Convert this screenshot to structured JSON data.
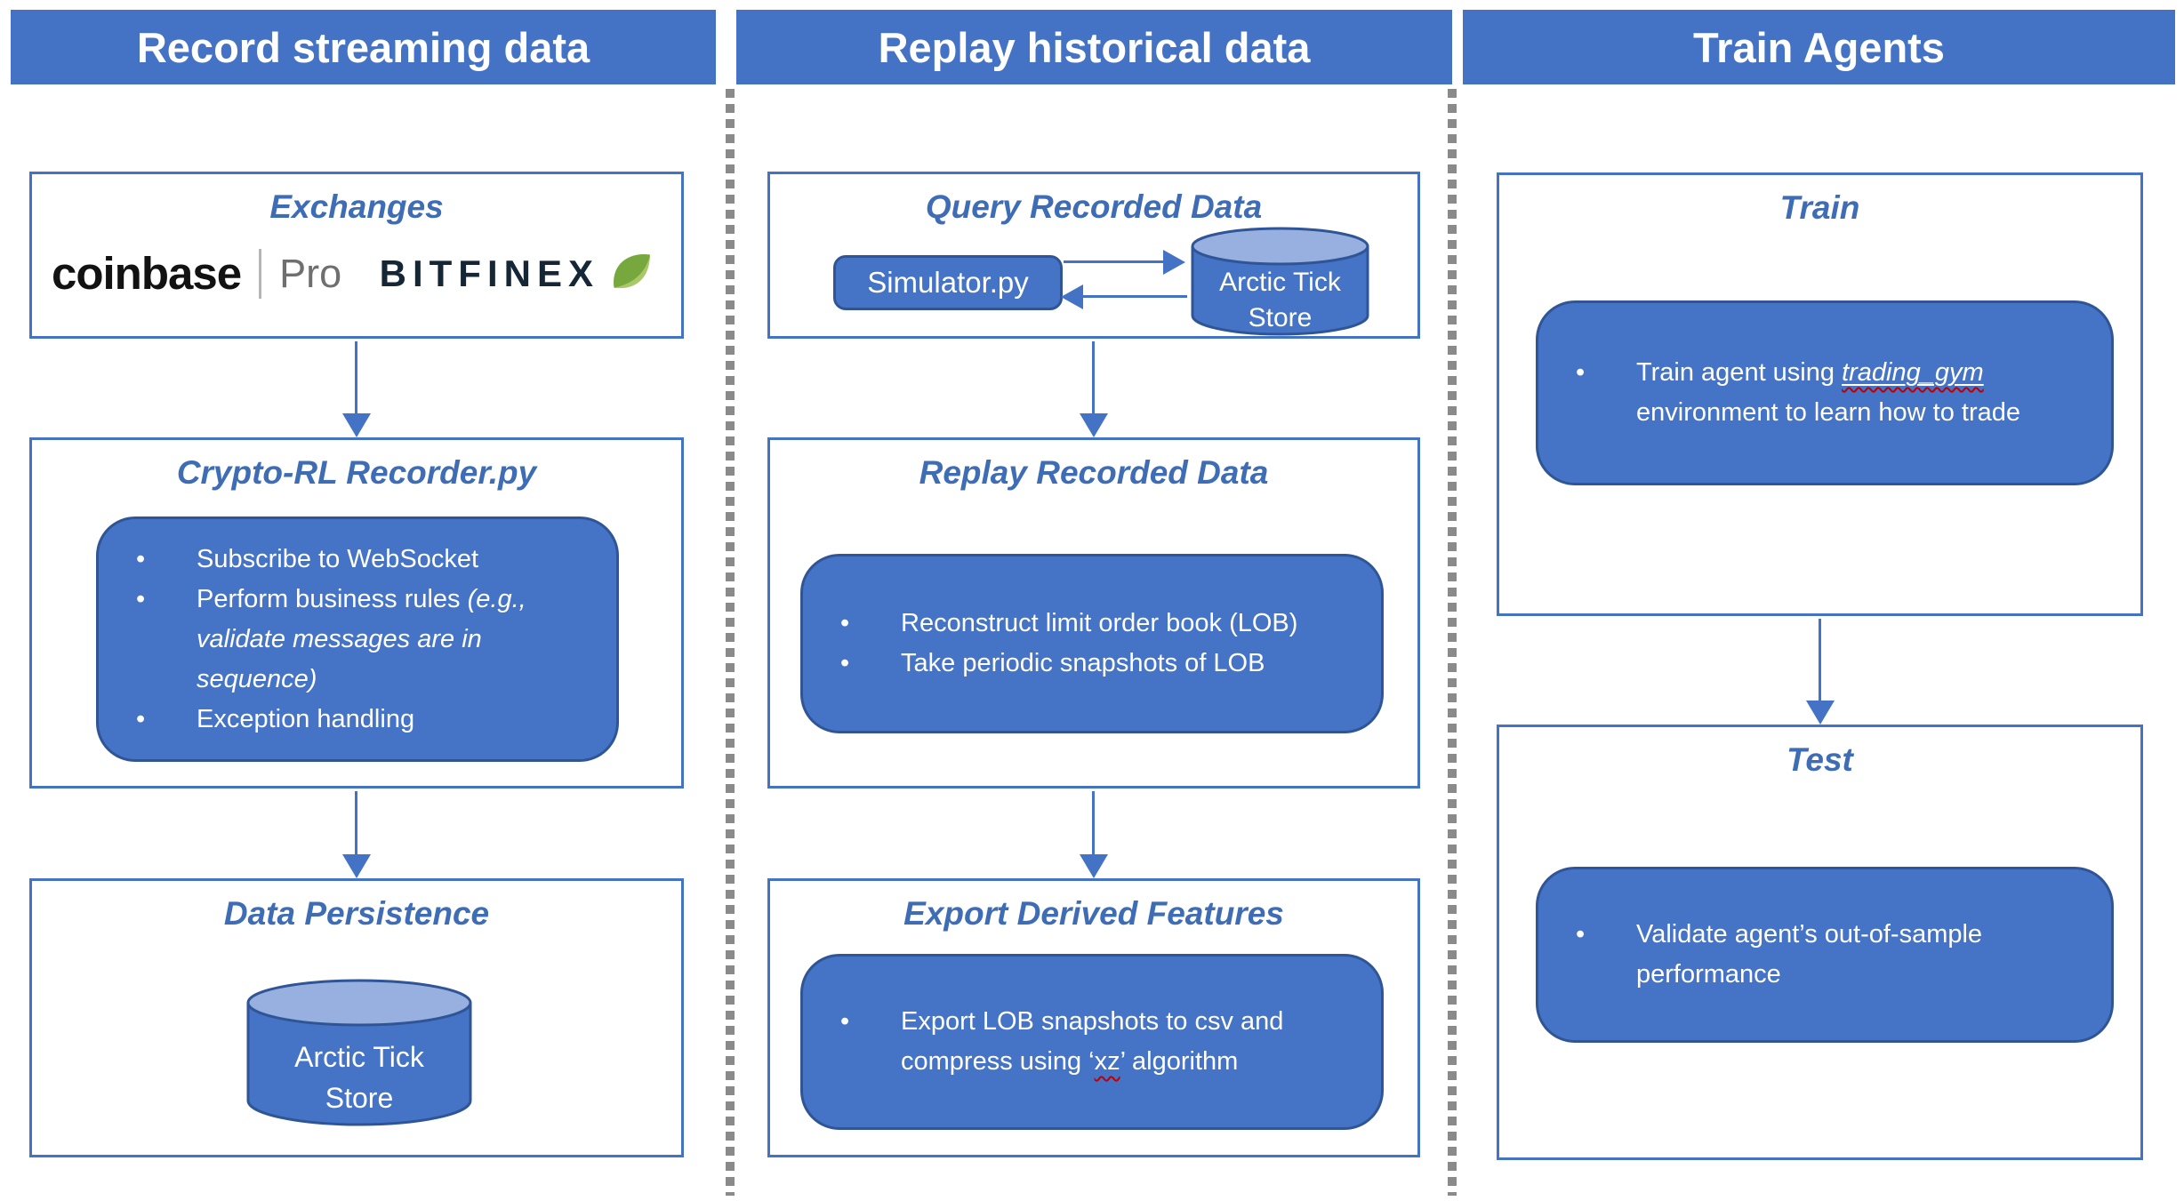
{
  "headers": {
    "record": "Record streaming data",
    "replay": "Replay historical data",
    "train": "Train Agents"
  },
  "record": {
    "exchanges": {
      "title": "Exchanges",
      "coinbase_wordmark": "coinbase",
      "coinbase_pro": "Pro",
      "bitfinex_wordmark": "BITFINEX"
    },
    "recorder": {
      "title": "Crypto-RL Recorder.py",
      "bullet_1": "Subscribe to WebSocket",
      "bullet_2_regular": "Perform business rules ",
      "bullet_2_italic": "(e.g., validate messages are in sequence)",
      "bullet_3": "Exception handling"
    },
    "persistence": {
      "title": "Data Persistence",
      "cylinder_line_1": "Arctic Tick",
      "cylinder_line_2": "Store"
    }
  },
  "replay": {
    "query": {
      "title": "Query Recorded Data",
      "simulator_label": "Simulator.py",
      "store_line_1": "Arctic Tick",
      "store_line_2": "Store"
    },
    "replay_box": {
      "title": "Replay Recorded Data",
      "bullet_1": "Reconstruct limit order book (LOB)",
      "bullet_2": "Take periodic snapshots of LOB"
    },
    "export": {
      "title": "Export Derived Features",
      "bullet_pre": "Export LOB snapshots to csv and compress using ‘",
      "bullet_term": "xz",
      "bullet_post": "’ algorithm"
    }
  },
  "train": {
    "train_box": {
      "title": "Train",
      "bullet_pre": "Train agent using ",
      "bullet_term": "trading_gym",
      "bullet_post": " environment to learn how to trade"
    },
    "test_box": {
      "title": "Test",
      "bullet": "Validate agent’s out-of-sample performance"
    }
  },
  "colors": {
    "accent_blue": "#4472C4",
    "inner_box_fill": "#4573C5",
    "dark_blue_border": "#2F5597",
    "cylinder_top": "#97B0DF",
    "title_blue": "#3E6CB5",
    "divider_gray": "#8A8A8A",
    "bitfinex_navy": "#152636",
    "leaf_green_dark": "#76A83E",
    "leaf_green_light": "#A9C867",
    "squiggle_red": "#C00000"
  }
}
